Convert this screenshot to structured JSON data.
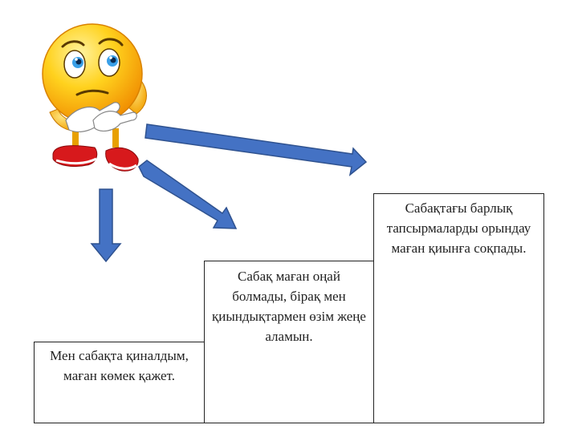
{
  "boxes": {
    "left": "Мен сабақта қиналдым, маған көмек қажет.",
    "middle": "Сабақ маған оңай болмады, бірақ мен қиындықтармен өзім жеңе аламын.",
    "right": "Сабақтағы барлық тапсырмаларды орындау маған қиынға соқпады."
  },
  "colors": {
    "arrow_fill": "#4472C4",
    "arrow_stroke": "#2F528F",
    "smiley_yellow": "#FFC000",
    "shoe_red": "#D7191C"
  }
}
